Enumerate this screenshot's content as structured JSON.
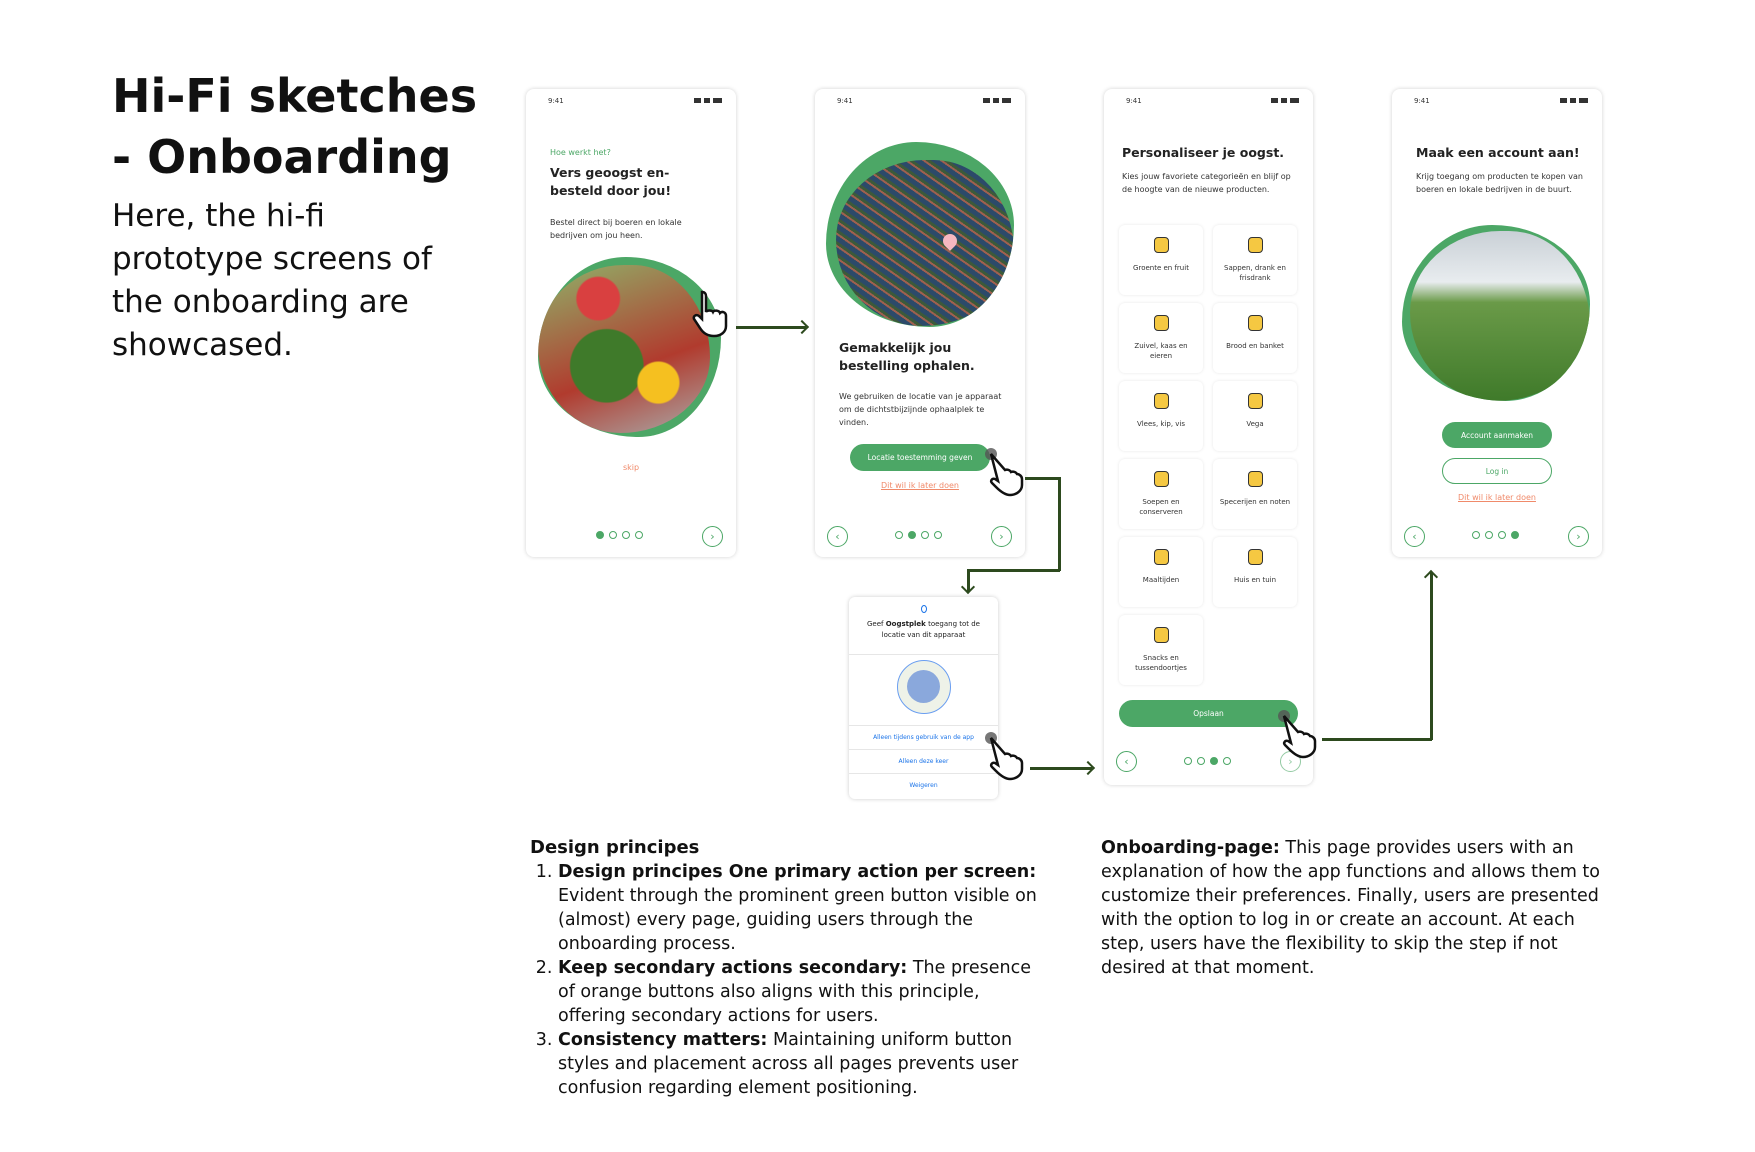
{
  "header": {
    "title": "Hi-Fi sketches - Onboarding",
    "subtitle": "Here, the hi-fi prototype screens of the onboarding are showcased."
  },
  "colors": {
    "primary": "#4ca766",
    "secondary": "#f08a6a",
    "arrow": "#2d4a1e",
    "icon": "#f5c842"
  },
  "status_time": "9:41",
  "screen1": {
    "eyebrow": "Hoe werkt het?",
    "heading": "Vers geoogst en- besteld door jou!",
    "body": "Bestel direct bij boeren en lokale bedrijven om jou heen.",
    "skip": "skip",
    "active_dot": 1
  },
  "screen2": {
    "heading": "Gemakkelijk jou bestelling ophalen.",
    "body": "We gebruiken de locatie van je apparaat om de dichtstbijzijnde ophaalplek te vinden.",
    "primary": "Locatie toestemming geven",
    "secondary": "Dit wil ik later doen",
    "active_dot": 2
  },
  "dialog": {
    "text_pre": "Geef ",
    "app": "Oogstplek",
    "text_post": " toegang tot de locatie van dit apparaat",
    "options": [
      "Alleen tijdens gebruik van de app",
      "Alleen deze keer",
      "Weigeren"
    ]
  },
  "screen3": {
    "heading": "Personaliseer je oogst.",
    "body": "Kies jouw favoriete categorieën en blijf op de hoogte van de nieuwe producten.",
    "categories": [
      "Groente en fruit",
      "Sappen, drank en frisdrank",
      "Zuivel, kaas en eieren",
      "Brood en banket",
      "Vlees, kip, vis",
      "Vega",
      "Soepen en conserveren",
      "Specerijen en noten",
      "Maaltijden",
      "Huis en tuin",
      "Snacks en tussendoortjes"
    ],
    "primary": "Opslaan",
    "active_dot": 3
  },
  "screen4": {
    "heading": "Maak een account aan!",
    "body": "Krijg toegang om producten te kopen van boeren en lokale bedrijven in de buurt.",
    "primary": "Account aanmaken",
    "outline": "Log in",
    "secondary": "Dit wil ik later doen",
    "active_dot": 4
  },
  "design": {
    "heading": "Design principes",
    "items": [
      {
        "bold": "Design principes One primary action per screen:",
        "text": " Evident through the prominent green button visible on (almost) every page, guiding users through the onboarding process."
      },
      {
        "bold": "Keep secondary actions secondary:",
        "text": " The presence of orange buttons also aligns with this principle, offering secondary actions for users."
      },
      {
        "bold": "Consistency matters:",
        "text": " Maintaining uniform button styles and placement across all pages prevents user confusion regarding element positioning."
      }
    ]
  },
  "onboarding": {
    "bold": "Onboarding-page:",
    "text": " This page provides users with an explanation of how the app functions and allows them to customize their preferences. Finally, users are presented with the option to log in or create an account. At each step, users have the flexibility to skip the step if not desired at that moment."
  },
  "icons": {
    "hand": "hand-pointer-icon",
    "arrow": "arrow-icon",
    "next": "chevron-right-icon",
    "prev": "chevron-left-icon"
  }
}
